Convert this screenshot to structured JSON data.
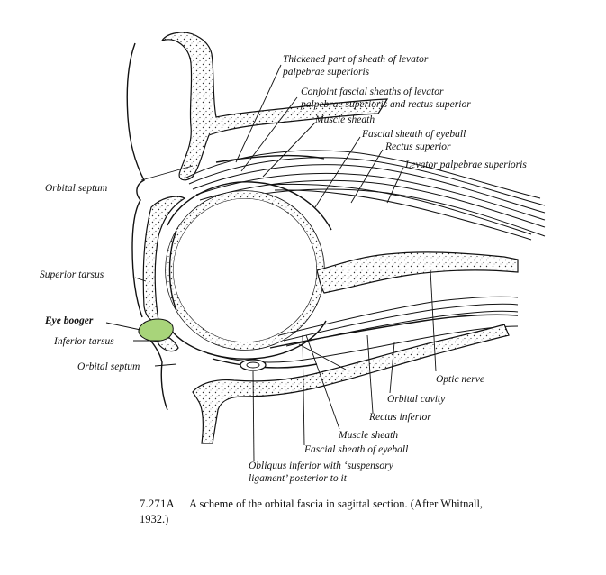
{
  "labels": {
    "thickened_part": [
      "Thickened part of sheath of levator",
      "palpebrae superioris"
    ],
    "conjoint_sheaths": [
      "Conjoint fascial sheaths of levator",
      "palpebrae superioris and rectus  superior"
    ],
    "muscle_sheath_top": "Muscle sheath",
    "fascial_sheath_top": "Fascial sheath of eyeball",
    "rectus_superior": "Rectus superior",
    "levator": "Levator palpebrae superioris",
    "orbital_septum_top": "Orbital septum",
    "superior_tarsus": "Superior tarsus",
    "eye_booger": "Eye booger",
    "inferior_tarsus": "Inferior tarsus",
    "orbital_septum_bottom": "Orbital septum",
    "optic_nerve": "Optic nerve",
    "orbital_cavity": "Orbital cavity",
    "rectus_inferior": "Rectus inferior",
    "muscle_sheath_bottom": "Muscle sheath",
    "fascial_sheath_bottom": "Fascial sheath of eyeball",
    "obliquus": [
      "Obliquus inferior with ‘suspensory",
      "ligament’ posterior to it"
    ]
  },
  "caption": {
    "number": "7.271A",
    "line1": "A scheme of the orbital fascia in sagittal section. (After Whitnall,",
    "line2": "1932.)"
  },
  "colors": {
    "ink": "#111111",
    "eye_booger": "#a8d47a"
  }
}
